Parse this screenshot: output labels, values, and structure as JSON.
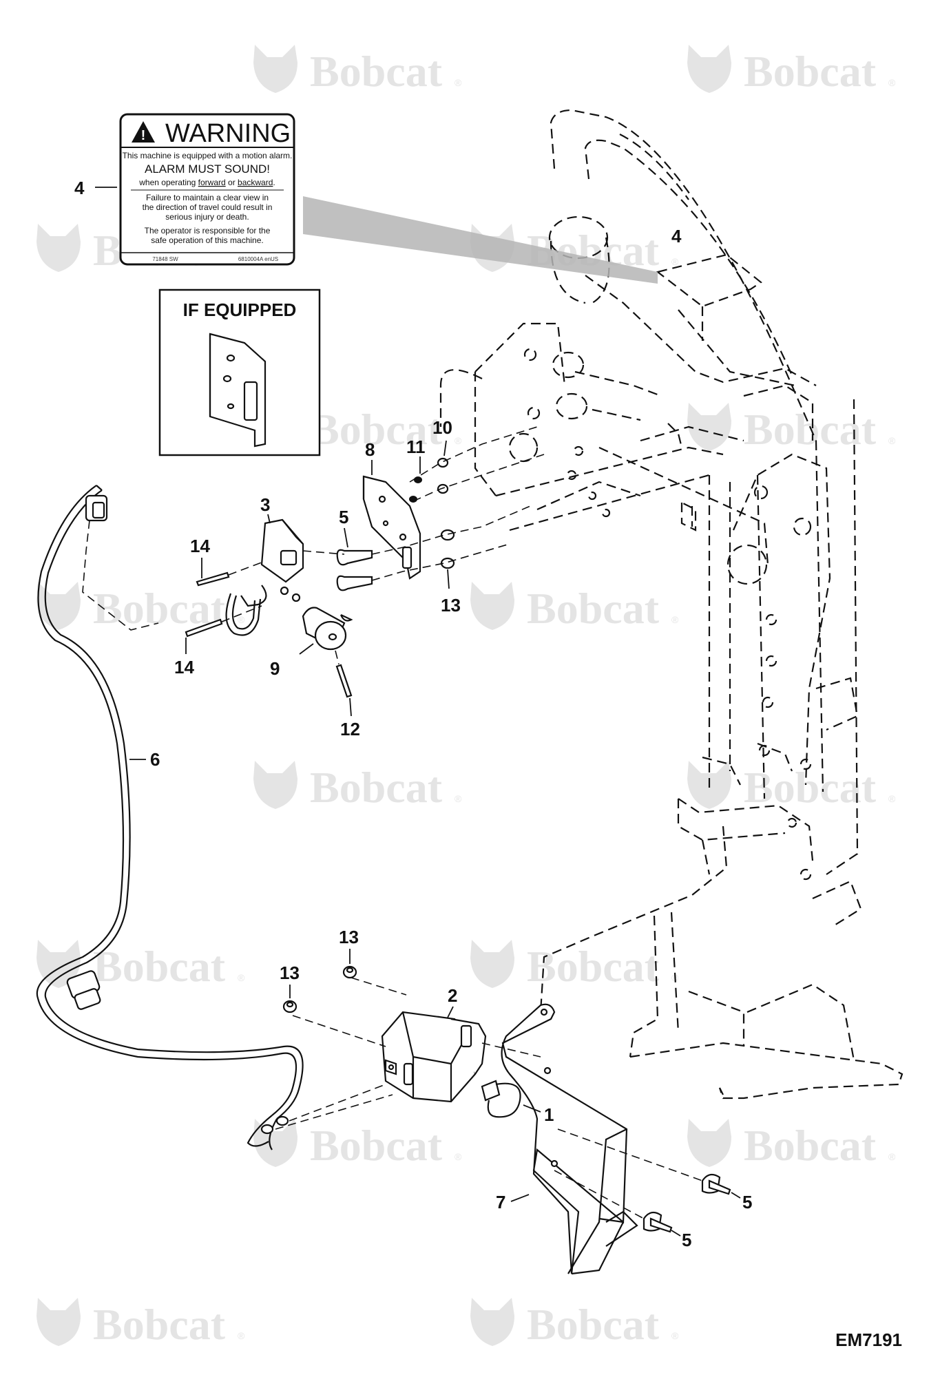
{
  "watermark": {
    "brand": "Bobcat",
    "registered": "®"
  },
  "warning_decal": {
    "title": "WARNING",
    "line1": "This machine is equipped with a motion alarm.",
    "line2": "ALARM MUST SOUND!",
    "line3_pre": "when operating ",
    "line3_forward": "forward",
    "line3_mid": " or ",
    "line3_backward": "backward",
    "line3_post": ".",
    "line4": "Failure to maintain a clear view in",
    "line5": "the direction of travel could result in",
    "line6": "serious injury or death.",
    "line7": "The operator is responsible for the",
    "line8": "safe operation of this machine.",
    "code_left": "71848 SW",
    "code_right": "6810004A enUS"
  },
  "if_equipped": {
    "label": "IF EQUIPPED"
  },
  "callouts": {
    "c1": "1",
    "c2": "2",
    "c3": "3",
    "c4a": "4",
    "c4b": "4",
    "c5a": "5",
    "c5b": "5",
    "c5c": "5",
    "c6": "6",
    "c7": "7",
    "c8": "8",
    "c9": "9",
    "c10": "10",
    "c11": "11",
    "c12": "12",
    "c13a": "13",
    "c13b": "13",
    "c13c": "13",
    "c14a": "14",
    "c14b": "14"
  },
  "figure_code": "EM7191",
  "colors": {
    "line": "#111111",
    "watermark": "#e4e4e4",
    "decal_wedge": "#b5b5b5"
  }
}
